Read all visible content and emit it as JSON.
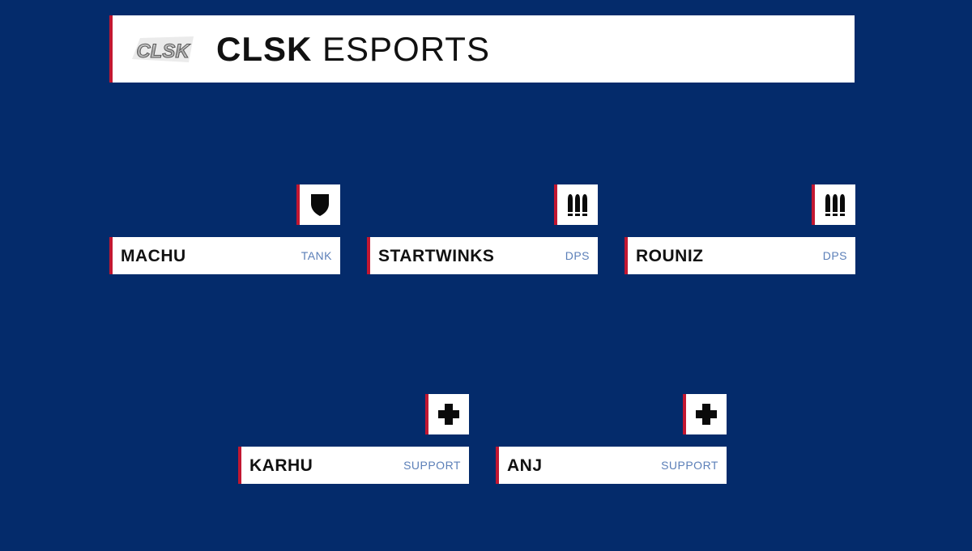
{
  "header": {
    "logo_text": "CLSK",
    "title_bold": "CLSK",
    "title_light": "ESPORTS"
  },
  "players": [
    {
      "name": "MACHU",
      "role": "TANK",
      "icon": "shield-icon"
    },
    {
      "name": "STARTWINKS",
      "role": "DPS",
      "icon": "bullets-icon"
    },
    {
      "name": "ROUNIZ",
      "role": "DPS",
      "icon": "bullets-icon"
    },
    {
      "name": "KARHU",
      "role": "SUPPORT",
      "icon": "plus-icon"
    },
    {
      "name": "ANJ",
      "role": "SUPPORT",
      "icon": "plus-icon"
    }
  ],
  "colors": {
    "background": "#042b6b",
    "accent": "#c21731",
    "card": "#ffffff",
    "role_text": "#5b7fb8"
  }
}
